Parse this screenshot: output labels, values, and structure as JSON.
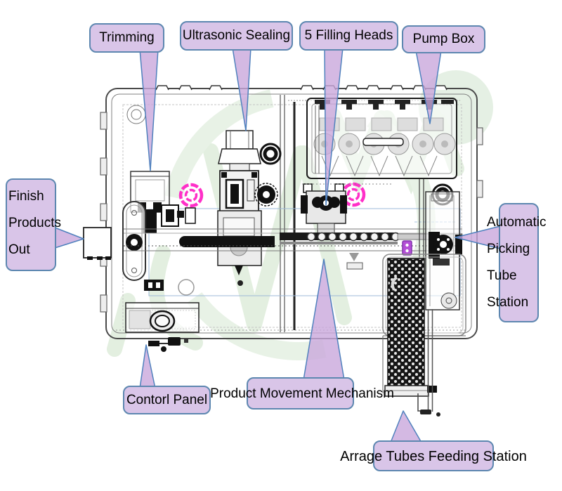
{
  "diagram": {
    "subject": "tube-filling-machine-top-view",
    "callouts": {
      "trimming": "Trimming",
      "ultrasonic_sealing": "Ultrasonic Sealing",
      "filling_heads": "5 Filling Heads",
      "pump_box": "Pump Box",
      "finish_products_out_lines": [
        "Finish",
        "Products",
        "Out"
      ],
      "automatic_picking_tube_station_lines": [
        "Automatic",
        "Picking",
        "Tube",
        "Station"
      ],
      "control_panel": "Contorl Panel",
      "product_movement_mechanism": "Product Movement Mechanism",
      "arrange_tubes_feeding_station": "Arrage Tubes Feeding Station"
    },
    "colors": {
      "callout_fill": "#d9c5e8",
      "callout_border": "#5d87b0",
      "callout_tail_fill": "#c9a8dc",
      "highlight_pink": "#ff2fc8",
      "highlight_purple": "#b44fd6",
      "watermark_green": "#e0eedd",
      "drawing_line": "#333333",
      "accent_blue": "#9db9d9"
    }
  }
}
